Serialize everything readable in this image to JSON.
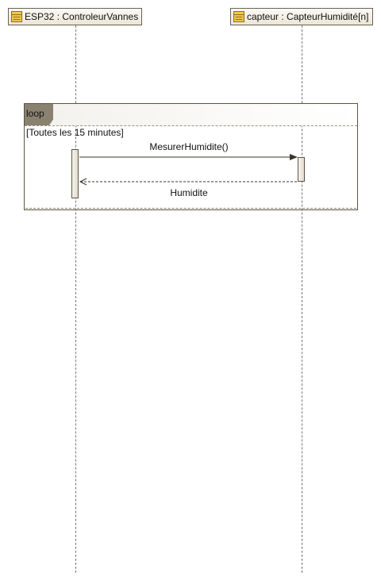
{
  "lifelines": [
    {
      "label": "ESP32 : ControleurVannes",
      "icon": "class-icon"
    },
    {
      "label": "capteur : CapteurHumidité[n]",
      "icon": "class-icon"
    }
  ],
  "fragment": {
    "operator": "loop",
    "guard": "[Toutes les 15 minutes]"
  },
  "messages": [
    {
      "label": "MesurerHumidite()",
      "kind": "synchronous call"
    },
    {
      "label": "Humidite",
      "kind": "reply"
    }
  ],
  "colors": {
    "header_fill": "#ece6d6",
    "border": "#6a6253",
    "tab_fill": "#8a8270",
    "icon_fill": "#f2c94c"
  }
}
